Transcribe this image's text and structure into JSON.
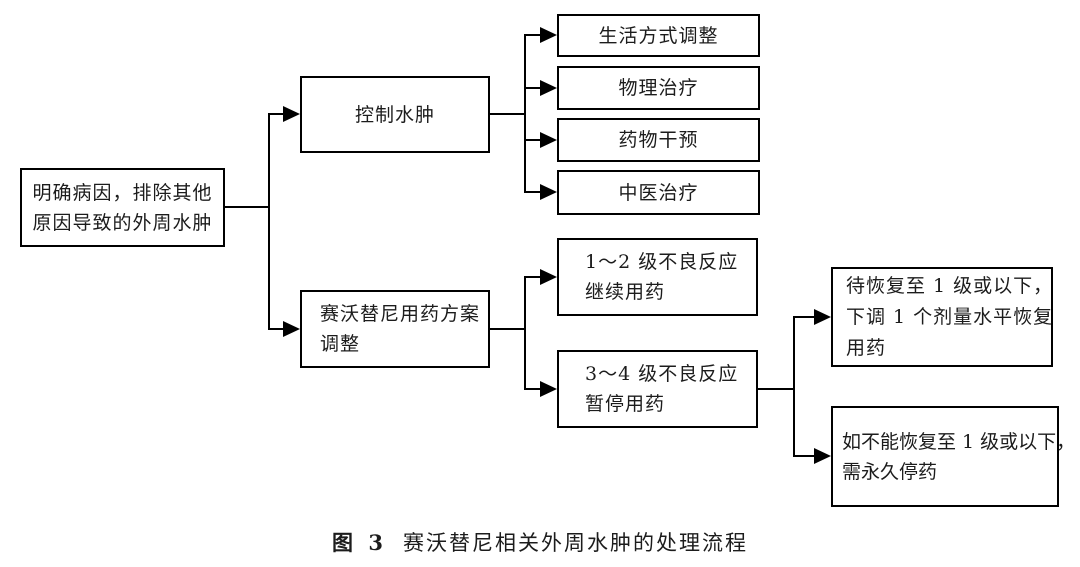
{
  "figure_caption": {
    "label": "图 3",
    "title": "赛沃替尼相关外周水肿的处理流程"
  },
  "nodes": {
    "cause": {
      "lines": [
        "明确病因，排除其他",
        "原因导致的外周水肿"
      ]
    },
    "control_edema": {
      "lines": [
        "控制水肿"
      ]
    },
    "lifestyle": {
      "lines": [
        "生活方式调整"
      ]
    },
    "physical_therapy": {
      "lines": [
        "物理治疗"
      ]
    },
    "drug_intervention": {
      "lines": [
        "药物干预"
      ]
    },
    "tcm_therapy": {
      "lines": [
        "中医治疗"
      ]
    },
    "savolitinib_adjust": {
      "lines": [
        "赛沃替尼用药方案",
        "调整"
      ]
    },
    "grade_1_2": {
      "lines": [
        "1～2 级不良反应",
        "继续用药"
      ]
    },
    "grade_3_4": {
      "lines": [
        "3～4 级不良反应",
        "暂停用药"
      ]
    },
    "dose_reduce": {
      "lines": [
        "待恢复至 1 级或以下，",
        "下调 1 个剂量水平恢复",
        "用药"
      ]
    },
    "permanent_stop": {
      "lines": [
        "如不能恢复至 1 级或以下，",
        "需永久停药"
      ]
    }
  },
  "colors": {
    "line": "#000000",
    "background": "#ffffff",
    "text": "#1c1c1c"
  }
}
